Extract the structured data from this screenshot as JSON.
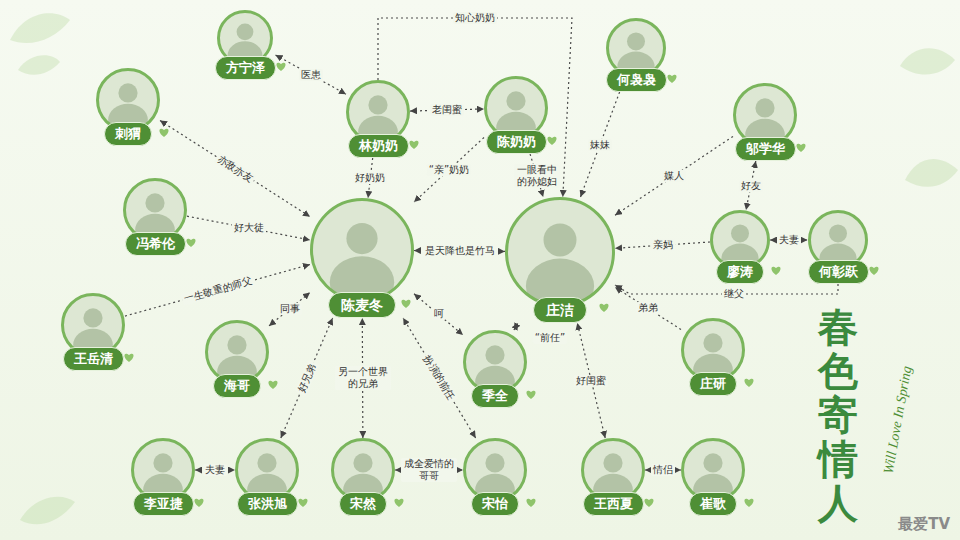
{
  "diagram": {
    "nodes": [
      {
        "text": [
          "方宁泽"
        ]
      },
      {
        "text": [
          "何袅袅"
        ]
      },
      {
        "text": [
          "刺猬"
        ]
      },
      {
        "text": [
          "林奶奶"
        ]
      },
      {
        "text": [
          "陈奶奶"
        ]
      },
      {
        "text": [
          "邬学华"
        ]
      },
      {
        "text": [
          "冯希伦"
        ]
      },
      {
        "text": [
          "陈麦冬"
        ]
      },
      {
        "text": [
          "庄洁"
        ]
      },
      {
        "text": [
          "廖涛"
        ]
      },
      {
        "text": [
          "何彰跃"
        ]
      },
      {
        "text": [
          "王岳清"
        ]
      },
      {
        "text": [
          "海哥"
        ]
      },
      {
        "text": [
          "季全"
        ]
      },
      {
        "text": [
          "庄研"
        ]
      },
      {
        "text": [
          "李亚捷"
        ]
      },
      {
        "text": [
          "张洪旭"
        ]
      },
      {
        "text": [
          "宋然"
        ]
      },
      {
        "text": [
          "宋怡"
        ]
      },
      {
        "text": [
          "王西夏"
        ]
      },
      {
        "text": [
          "崔歌"
        ]
      }
    ],
    "edges": [
      {
        "from": 0,
        "to": 3,
        "label": "医患",
        "arrow": "both"
      },
      {
        "from": 3,
        "to": 4,
        "label": "老闺蜜",
        "arrow": "both"
      },
      {
        "from": 3,
        "to": 8,
        "label": "知心奶奶",
        "arrow": "to"
      },
      {
        "from": 1,
        "to": 8,
        "label": "妹妹",
        "arrow": "to"
      },
      {
        "from": 2,
        "to": 7,
        "label": "亦敌亦友",
        "arrow": "both"
      },
      {
        "from": 3,
        "to": 7,
        "label": "好奶奶",
        "arrow": "to"
      },
      {
        "from": 4,
        "to": 7,
        "label": "“亲”奶奶",
        "arrow": "to"
      },
      {
        "from": 4,
        "to": 8,
        "label": "一眼看中的孙媳妇",
        "arrow": "to"
      },
      {
        "from": 5,
        "to": 8,
        "label": "媒人",
        "arrow": "to"
      },
      {
        "from": 5,
        "to": 9,
        "label": "好友",
        "arrow": "both"
      },
      {
        "from": 9,
        "to": 10,
        "label": "夫妻",
        "arrow": "both"
      },
      {
        "from": 6,
        "to": 7,
        "label": "好大徒",
        "arrow": "to"
      },
      {
        "from": 7,
        "to": 8,
        "label": "是天降也是竹马",
        "arrow": "both"
      },
      {
        "from": 9,
        "to": 8,
        "label": "亲妈",
        "arrow": "to"
      },
      {
        "from": 10,
        "to": 8,
        "label": "继父",
        "arrow": "to"
      },
      {
        "from": 11,
        "to": 7,
        "label": "一生敬重的师父",
        "arrow": "to"
      },
      {
        "from": 12,
        "to": 7,
        "label": "同事",
        "arrow": "both"
      },
      {
        "from": 7,
        "to": 13,
        "label": "呵",
        "arrow": "both"
      },
      {
        "from": 13,
        "to": 8,
        "label": "“前任”",
        "arrow": "both"
      },
      {
        "from": 14,
        "to": 8,
        "label": "弟弟",
        "arrow": "to"
      },
      {
        "from": 16,
        "to": 7,
        "label": "好兄弟",
        "arrow": "both"
      },
      {
        "from": 15,
        "to": 16,
        "label": "夫妻",
        "arrow": "both"
      },
      {
        "from": 17,
        "to": 7,
        "label": "另一个世界的兄弟",
        "arrow": "both"
      },
      {
        "from": 18,
        "to": 7,
        "label": "扮演的前任",
        "arrow": "both"
      },
      {
        "from": 17,
        "to": 18,
        "label": "成全爱情的哥哥",
        "arrow": "both"
      },
      {
        "from": 19,
        "to": 8,
        "label": "好闺蜜",
        "arrow": "both"
      },
      {
        "from": 19,
        "to": 20,
        "label": "情侣",
        "arrow": "both"
      }
    ],
    "labels": [
      "春色寄情人",
      "Will Love In Spring",
      "最爱TV"
    ]
  }
}
